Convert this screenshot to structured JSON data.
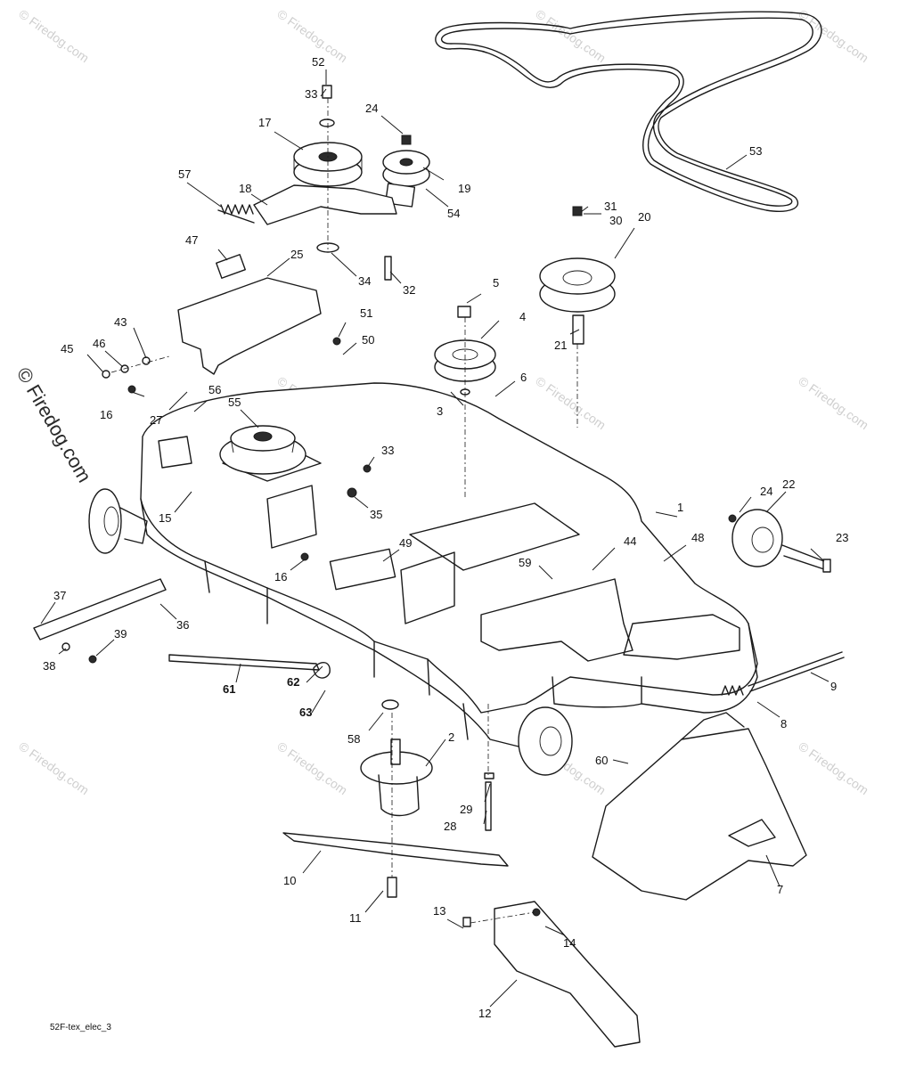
{
  "diagram": {
    "figure_id": "52F-tex_elec_3",
    "watermark": "© Firedog.com",
    "callouts": {
      "c1": "1",
      "c2": "2",
      "c3": "3",
      "c4": "4",
      "c5": "5",
      "c6": "6",
      "c7": "7",
      "c8": "8",
      "c9": "9",
      "c10": "10",
      "c11": "11",
      "c12": "12",
      "c13": "13",
      "c14": "14",
      "c15": "15",
      "c16a": "16",
      "c16b": "16",
      "c17": "17",
      "c18": "18",
      "c19": "19",
      "c20": "20",
      "c21": "21",
      "c22": "22",
      "c23": "23",
      "c24a": "24",
      "c24b": "24",
      "c25": "25",
      "c27": "27",
      "c28": "28",
      "c29": "29",
      "c30": "30",
      "c31": "31",
      "c32": "32",
      "c33a": "33",
      "c33b": "33",
      "c34": "34",
      "c35": "35",
      "c36": "36",
      "c37": "37",
      "c38": "38",
      "c39": "39",
      "c43": "43",
      "c44": "44",
      "c45": "45",
      "c46": "46",
      "c47": "47",
      "c48": "48",
      "c49": "49",
      "c50": "50",
      "c51": "51",
      "c52": "52",
      "c53": "53",
      "c54": "54",
      "c55": "55",
      "c56": "56",
      "c57": "57",
      "c58": "58",
      "c59": "59",
      "c60": "60",
      "c61": "61",
      "c62": "62",
      "c63": "63"
    }
  }
}
